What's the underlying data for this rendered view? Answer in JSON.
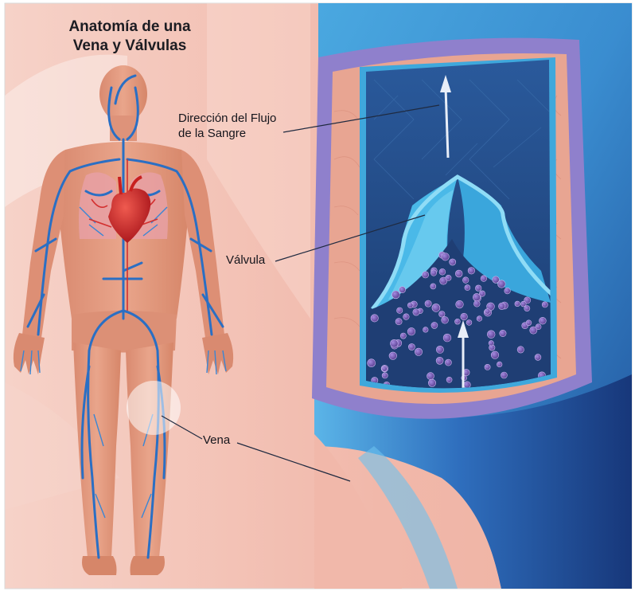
{
  "title": {
    "line1": "Anatomía de una",
    "line2": "Vena y Válvulas"
  },
  "labels": {
    "flow_line1": "Dirección del Flujo",
    "flow_line2": "de la Sangre",
    "valve": "Válvula",
    "vein": "Vena"
  },
  "colors": {
    "skin": "#e39a80",
    "background_pink": "#f4c7bc",
    "vein_blue": "#2a6fc4",
    "artery_red": "#d3302f",
    "heart_red": "#c8201f",
    "vessel_wall_purple": "#8a7cc8",
    "vessel_tissue_pink": "#e6a28e",
    "lumen_dark_blue": "#1f3f78",
    "valve_light_blue": "#5fc3ea",
    "blood_cell_purple": "#6a4fa0",
    "outer_vein_blue": "#2d6bb8"
  }
}
